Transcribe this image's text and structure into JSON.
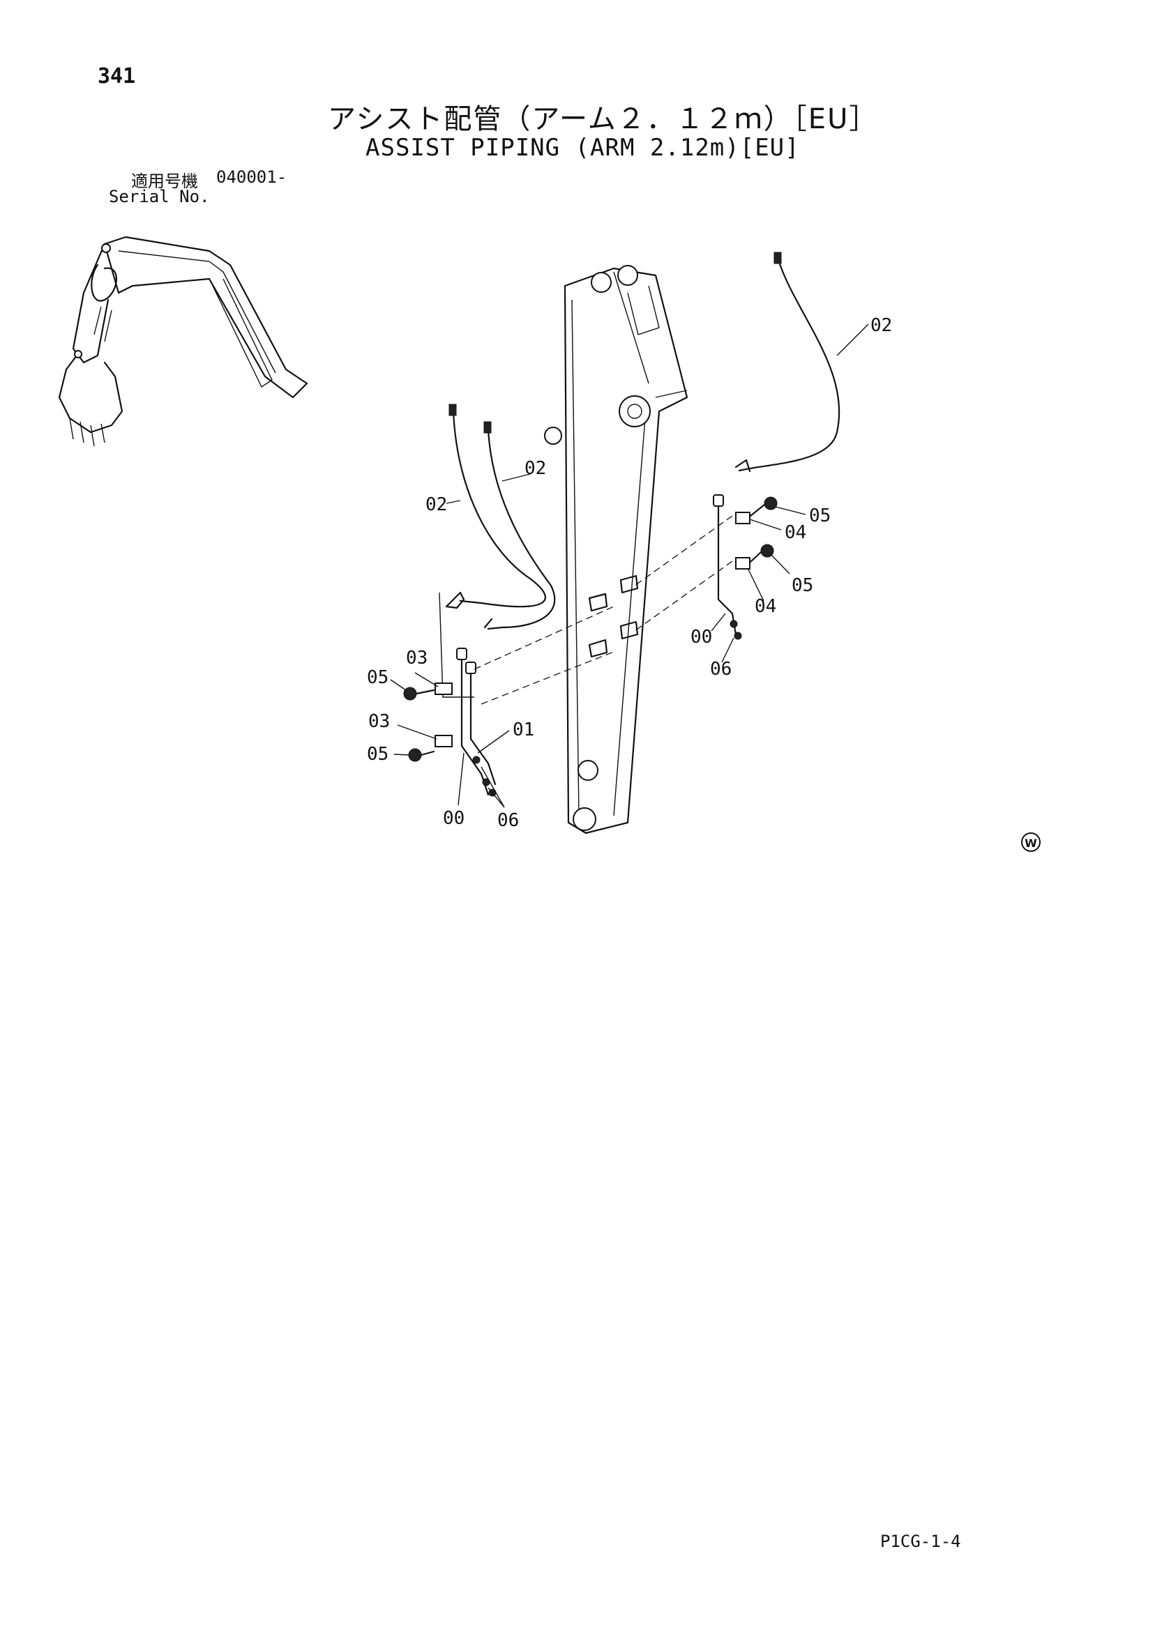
{
  "page": {
    "number": "341",
    "title_jp": "アシスト配管（アーム２．１２ｍ）［EU］",
    "title_en": "ASSIST PIPING (ARM 2.12m)[EU]",
    "serial_label_jp": "適用号機",
    "serial_label_en": "Serial No.",
    "serial_value": "040001-",
    "doc_code": "P1CG-1-4"
  },
  "callouts": {
    "c00_left": "00",
    "c01": "01",
    "c02_top": "02",
    "c02_mid": "02",
    "c02_left": "02",
    "c03_upper": "03",
    "c03_lower": "03",
    "c04_upper": "04",
    "c04_lower": "04",
    "c05_upper_right": "05",
    "c05_lower_right": "05",
    "c05_upper_left": "05",
    "c05_lower_left": "05",
    "c00_right": "00",
    "c06_right": "06",
    "c06_left": "06"
  },
  "mark": "W"
}
